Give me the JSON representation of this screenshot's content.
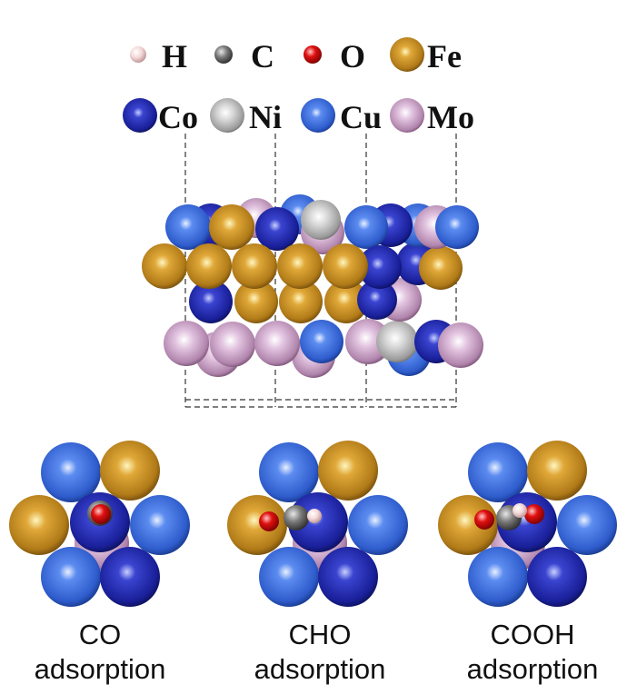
{
  "legend": [
    {
      "symbol": "H",
      "color": "#f4d8d8"
    },
    {
      "symbol": "C",
      "color": "#7a7a7a"
    },
    {
      "symbol": "O",
      "color": "#e01010"
    },
    {
      "symbol": "Fe",
      "color": "#c08a22"
    },
    {
      "symbol": "Co",
      "color": "#1a24a8"
    },
    {
      "symbol": "Ni",
      "color": "#c8c8c8"
    },
    {
      "symbol": "Cu",
      "color": "#3a66d8"
    },
    {
      "symbol": "Mo",
      "color": "#c69ac2"
    }
  ],
  "panels": [
    {
      "line1": "CO",
      "line2": "adsorption"
    },
    {
      "line1": "CHO",
      "line2": "adsorption"
    },
    {
      "line1": "COOH",
      "line2": "adsorption"
    }
  ]
}
